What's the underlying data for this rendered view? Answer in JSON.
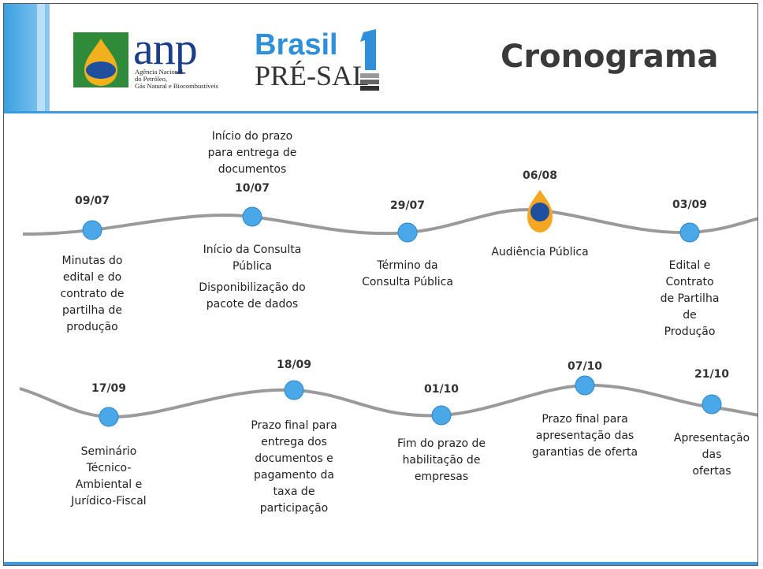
{
  "header": {
    "title": "Cronograma",
    "anp_logo": {
      "word": "anp",
      "subtitle": "Agência Nacional\ndo Petróleo,\nGás Natural e Biocombustíveis"
    },
    "brasil_logo": {
      "line1": "Brasil",
      "line2": "PRÉ-SAL"
    }
  },
  "colors": {
    "accent_blue": "#3b9be0",
    "node_blue": "#4aa8e8",
    "node_highlight": "#f5a623",
    "curve_gray": "#9a9a9a"
  },
  "row1": [
    {
      "date": "09/07",
      "label": "Minutas do\nedital e do\ncontrato de\npartilha de\nprodução"
    },
    {
      "date": "10/07",
      "label_above": "Início do prazo\npara entrega de\ndocumentos",
      "label": "Início da Consulta\nPública",
      "label_extra": "Disponibilização do\npacote de dados"
    },
    {
      "date": "29/07",
      "label": "Término da\nConsulta Pública"
    },
    {
      "date": "06/08",
      "label": "Audiência Pública",
      "highlight": true
    },
    {
      "date": "03/09",
      "label": "Edital e Contrato\nde Partilha de\nProdução"
    }
  ],
  "row2": [
    {
      "date": "17/09",
      "label": "Seminário\nTécnico-\nAmbiental e\nJurídico-Fiscal"
    },
    {
      "date": "18/09",
      "label": "Prazo final para\nentrega dos\ndocumentos e\npagamento da\ntaxa de\nparticipação"
    },
    {
      "date": "01/10",
      "label": "Fim do prazo de\nhabilitação de\nempresas"
    },
    {
      "date": "07/10",
      "label": "Prazo final para\napresentação das\ngarantias de oferta"
    },
    {
      "date": "21/10",
      "label": "Apresentação das\nofertas"
    }
  ]
}
